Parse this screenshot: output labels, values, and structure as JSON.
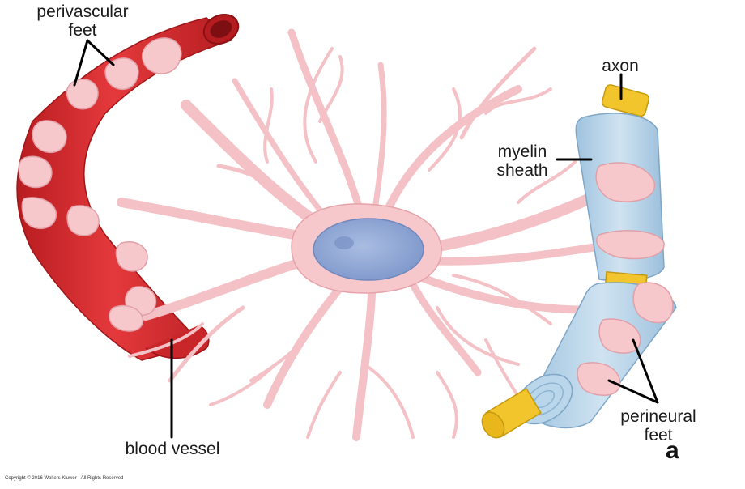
{
  "labels": {
    "perivascular_1": "perivascular",
    "perivascular_2": "feet",
    "axon": "axon",
    "myelin_1": "myelin",
    "myelin_2": "sheath",
    "blood_vessel": "blood vessel",
    "perineural_1": "perineural",
    "perineural_2": "feet"
  },
  "panel_letter": "a",
  "copyright": "Copyright © 2016 Wolters Kluwer · All Rights Reserved",
  "colors": {
    "vessel": "#d8262a",
    "vessel_dark": "#a91a1d",
    "cell": "#f6c7cb",
    "cell_edge": "#e7a3aa",
    "nucleus": "#8fa8d6",
    "myelin": "#b9d6ea",
    "axon": "#f2c52c"
  }
}
